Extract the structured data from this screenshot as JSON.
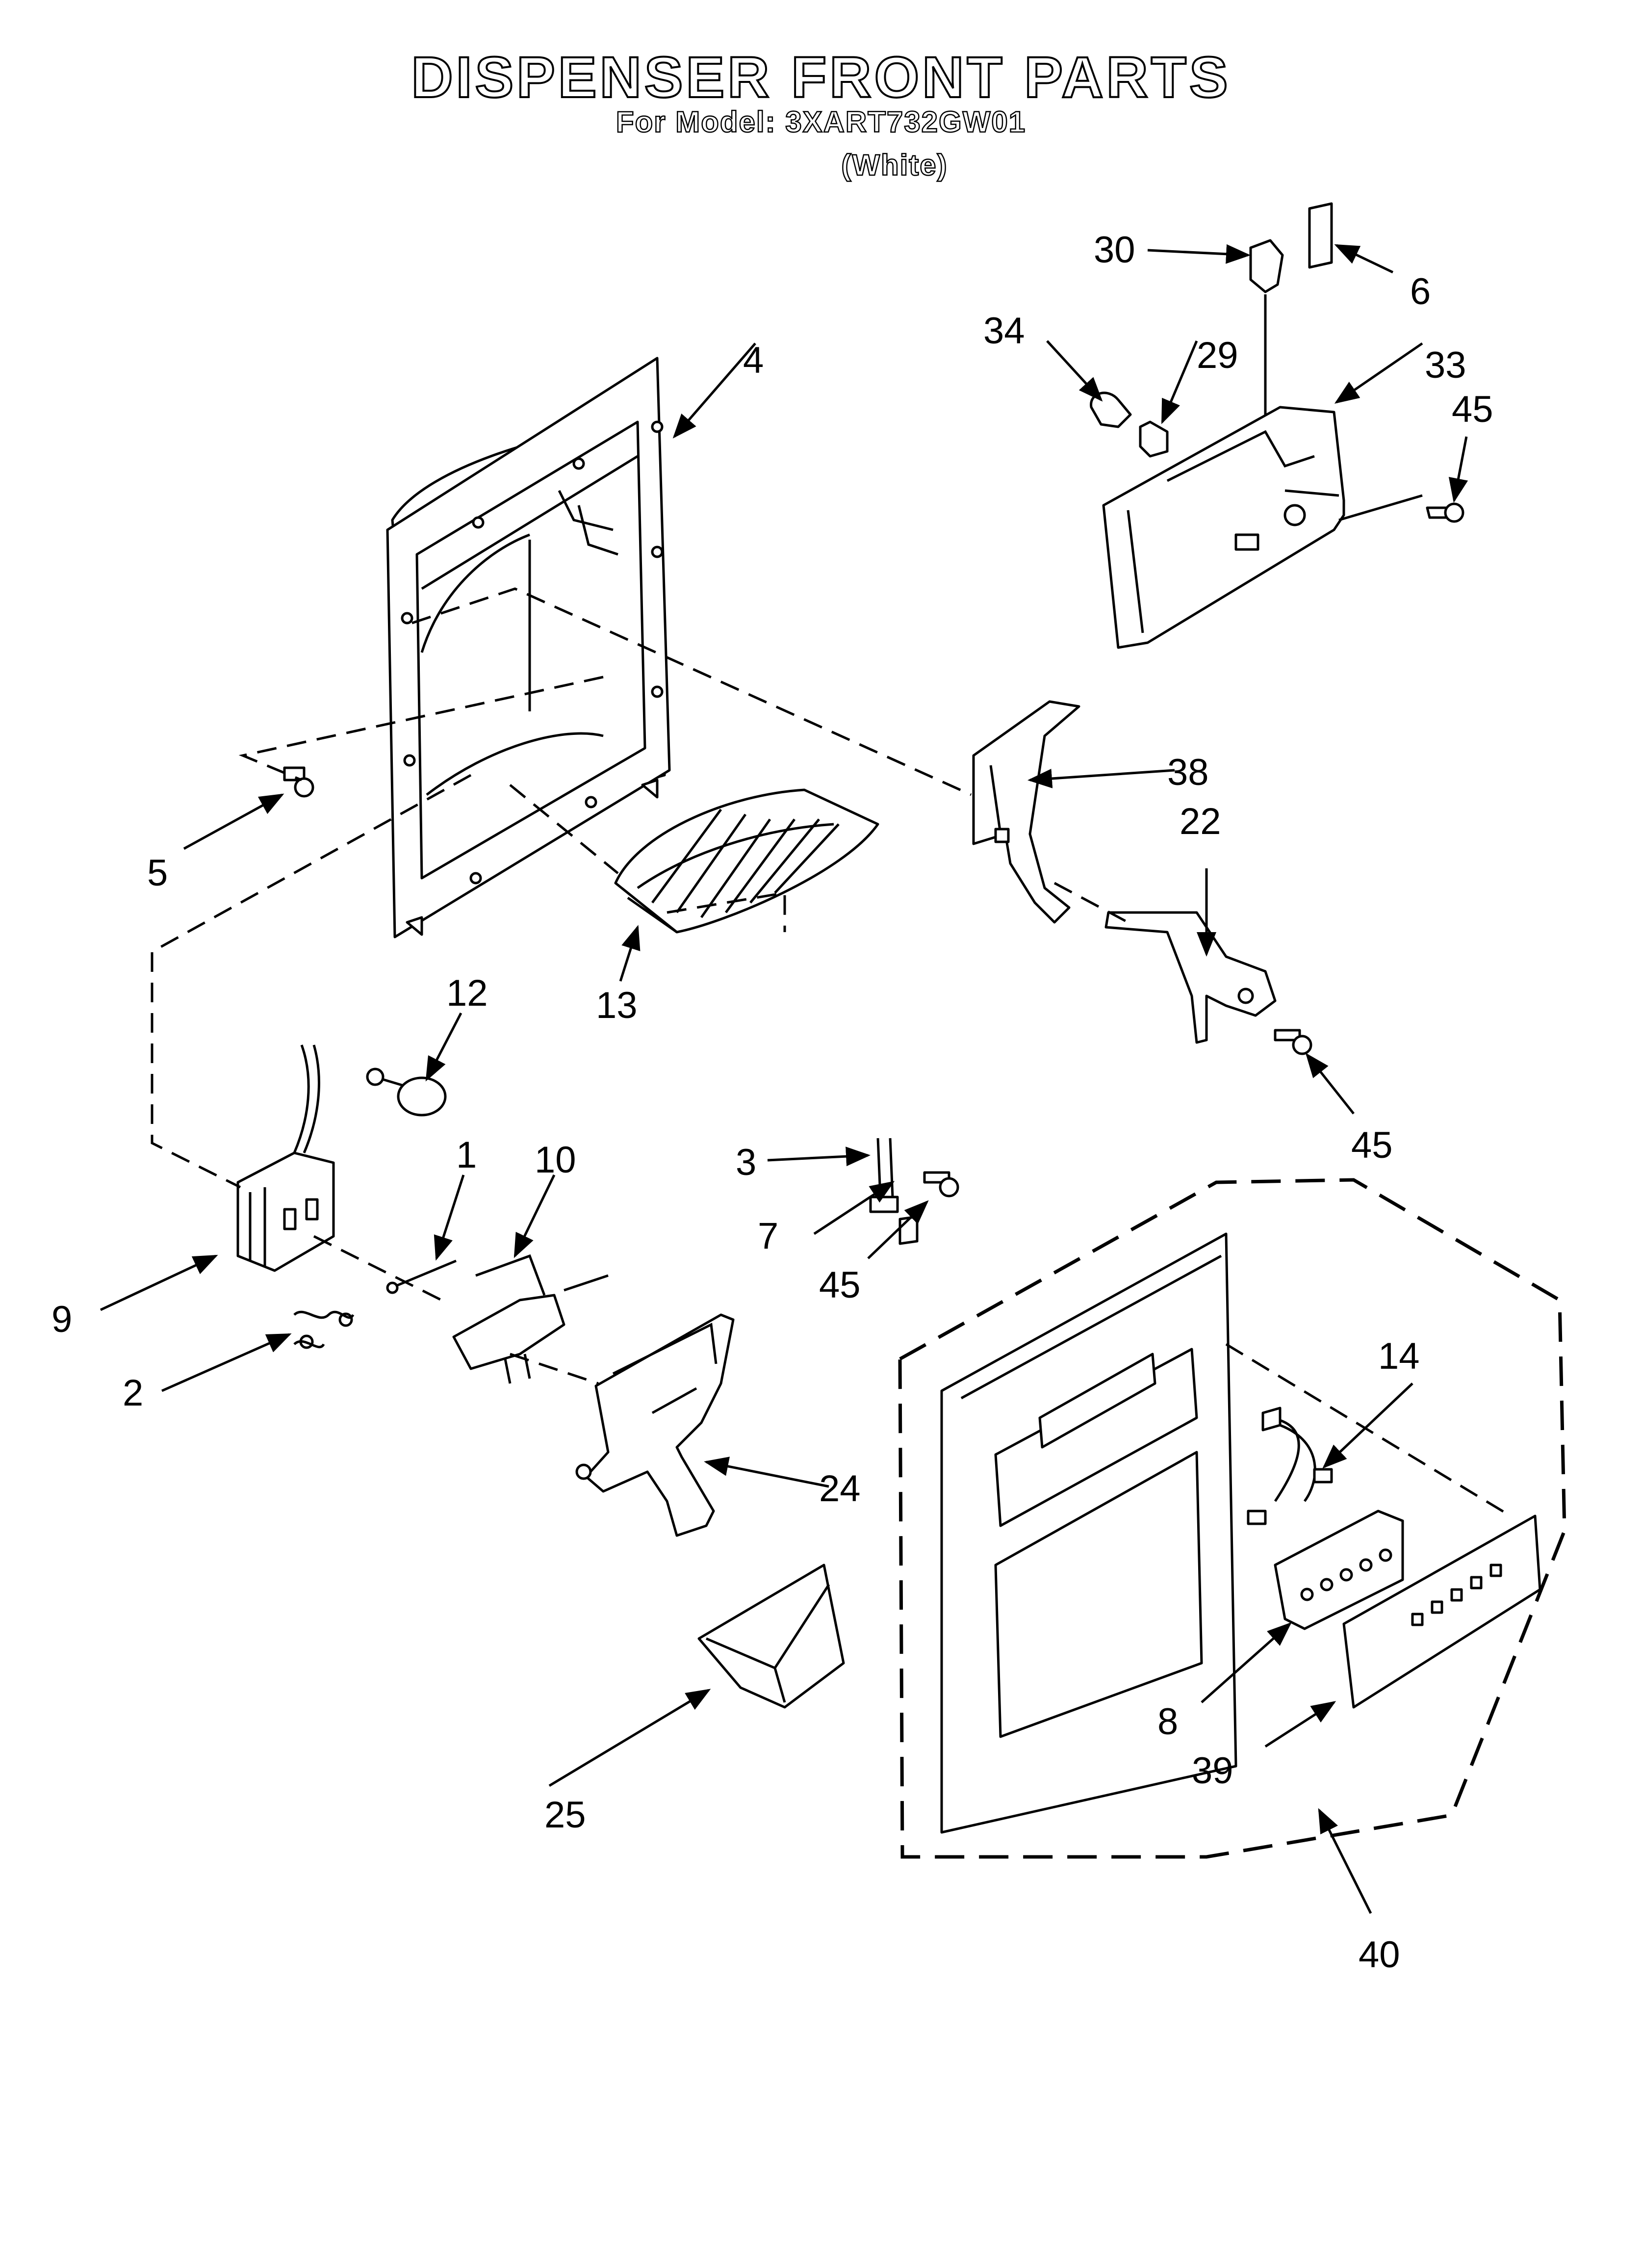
{
  "header": {
    "title": "DISPENSER FRONT PARTS",
    "model": "For Model: 3XART732GW01",
    "color": "(White)"
  },
  "callouts": {
    "p1": "1",
    "p2": "2",
    "p3": "3",
    "p4": "4",
    "p5": "5",
    "p6": "6",
    "p7": "7",
    "p8": "8",
    "p9": "9",
    "p10": "10",
    "p12": "12",
    "p13": "13",
    "p14": "14",
    "p22": "22",
    "p24": "24",
    "p25": "25",
    "p29": "29",
    "p30": "30",
    "p33": "33",
    "p34": "34",
    "p38": "38",
    "p39": "39",
    "p40": "40",
    "p45a": "45",
    "p45b": "45",
    "p45c": "45"
  },
  "colors": {
    "ink": "#000000",
    "paper": "#ffffff"
  }
}
